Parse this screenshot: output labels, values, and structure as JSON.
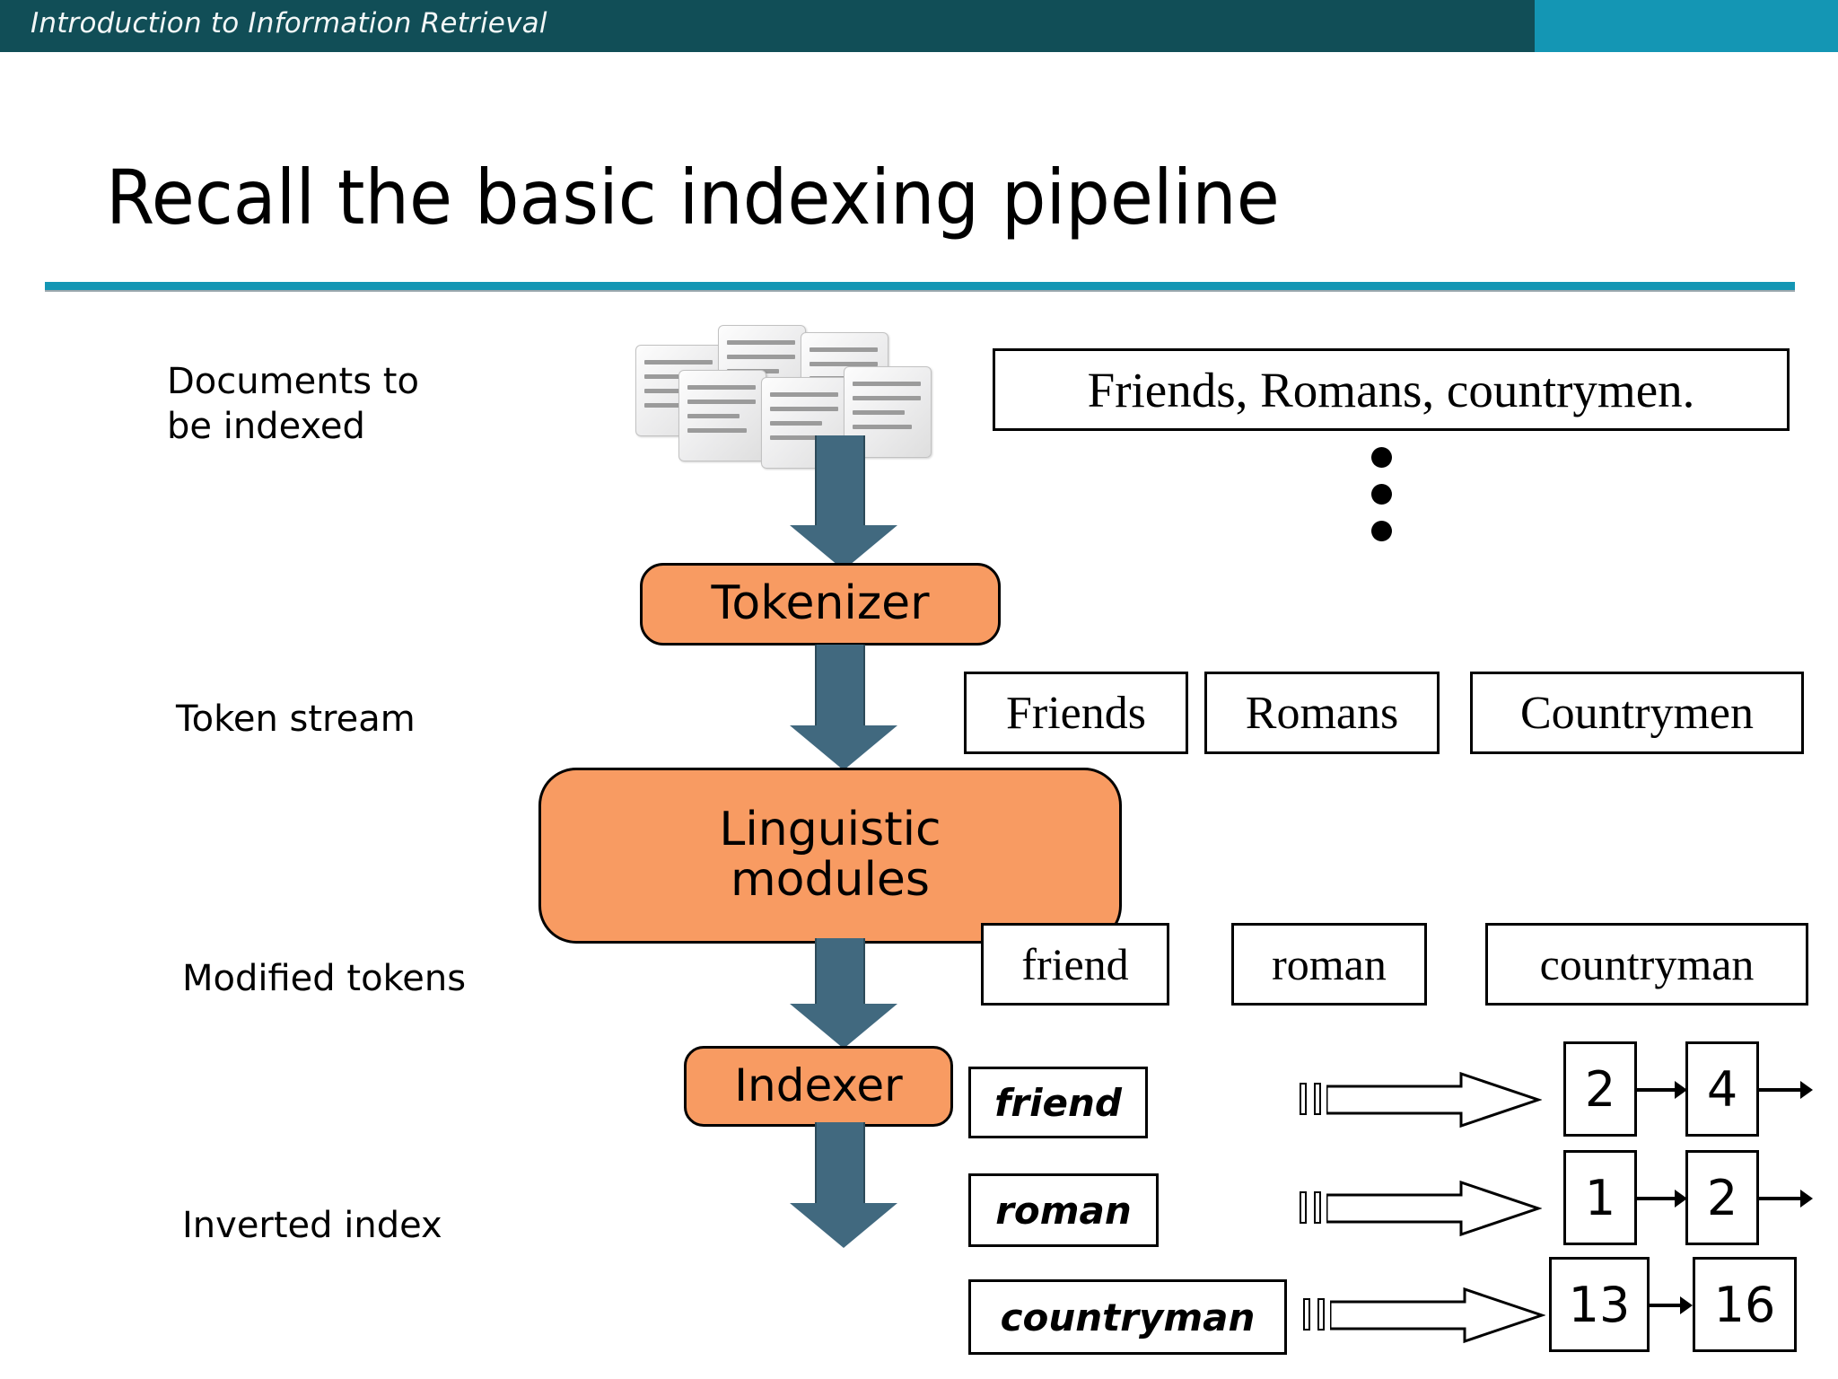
{
  "header": {
    "title": "Introduction to Information Retrieval",
    "band_dark_color": "#114E57",
    "band_light_color": "#1496B4"
  },
  "slide": {
    "title": "Recall the basic indexing pipeline",
    "rule_color": "#1496B4",
    "process_box_color": "#F89B62",
    "arrow_color": "#41697F"
  },
  "stages": {
    "documents_label": "Documents to\nbe indexed",
    "token_stream_label": "Token stream",
    "modified_tokens_label": "Modified tokens",
    "inverted_index_label": "Inverted index"
  },
  "processes": {
    "tokenizer": "Tokenizer",
    "linguistic_modules": "Linguistic\nmodules",
    "indexer": "Indexer"
  },
  "sample_document": {
    "sentence": "Friends, Romans, countrymen.",
    "continuation": "vertical-ellipsis"
  },
  "token_stream": [
    "Friends",
    "Romans",
    "Countrymen"
  ],
  "modified_tokens": [
    "friend",
    "roman",
    "countryman"
  ],
  "inverted_index": [
    {
      "term": "friend",
      "postings": [
        "2",
        "4"
      ]
    },
    {
      "term": "roman",
      "postings": [
        "1",
        "2"
      ]
    },
    {
      "term": "countryman",
      "postings": [
        "13",
        "16"
      ]
    }
  ],
  "icons": {
    "document_stack": "documents-stack-icon",
    "block_arrow": "block-arrow-icon",
    "link_arrow": "link-arrow-icon"
  }
}
